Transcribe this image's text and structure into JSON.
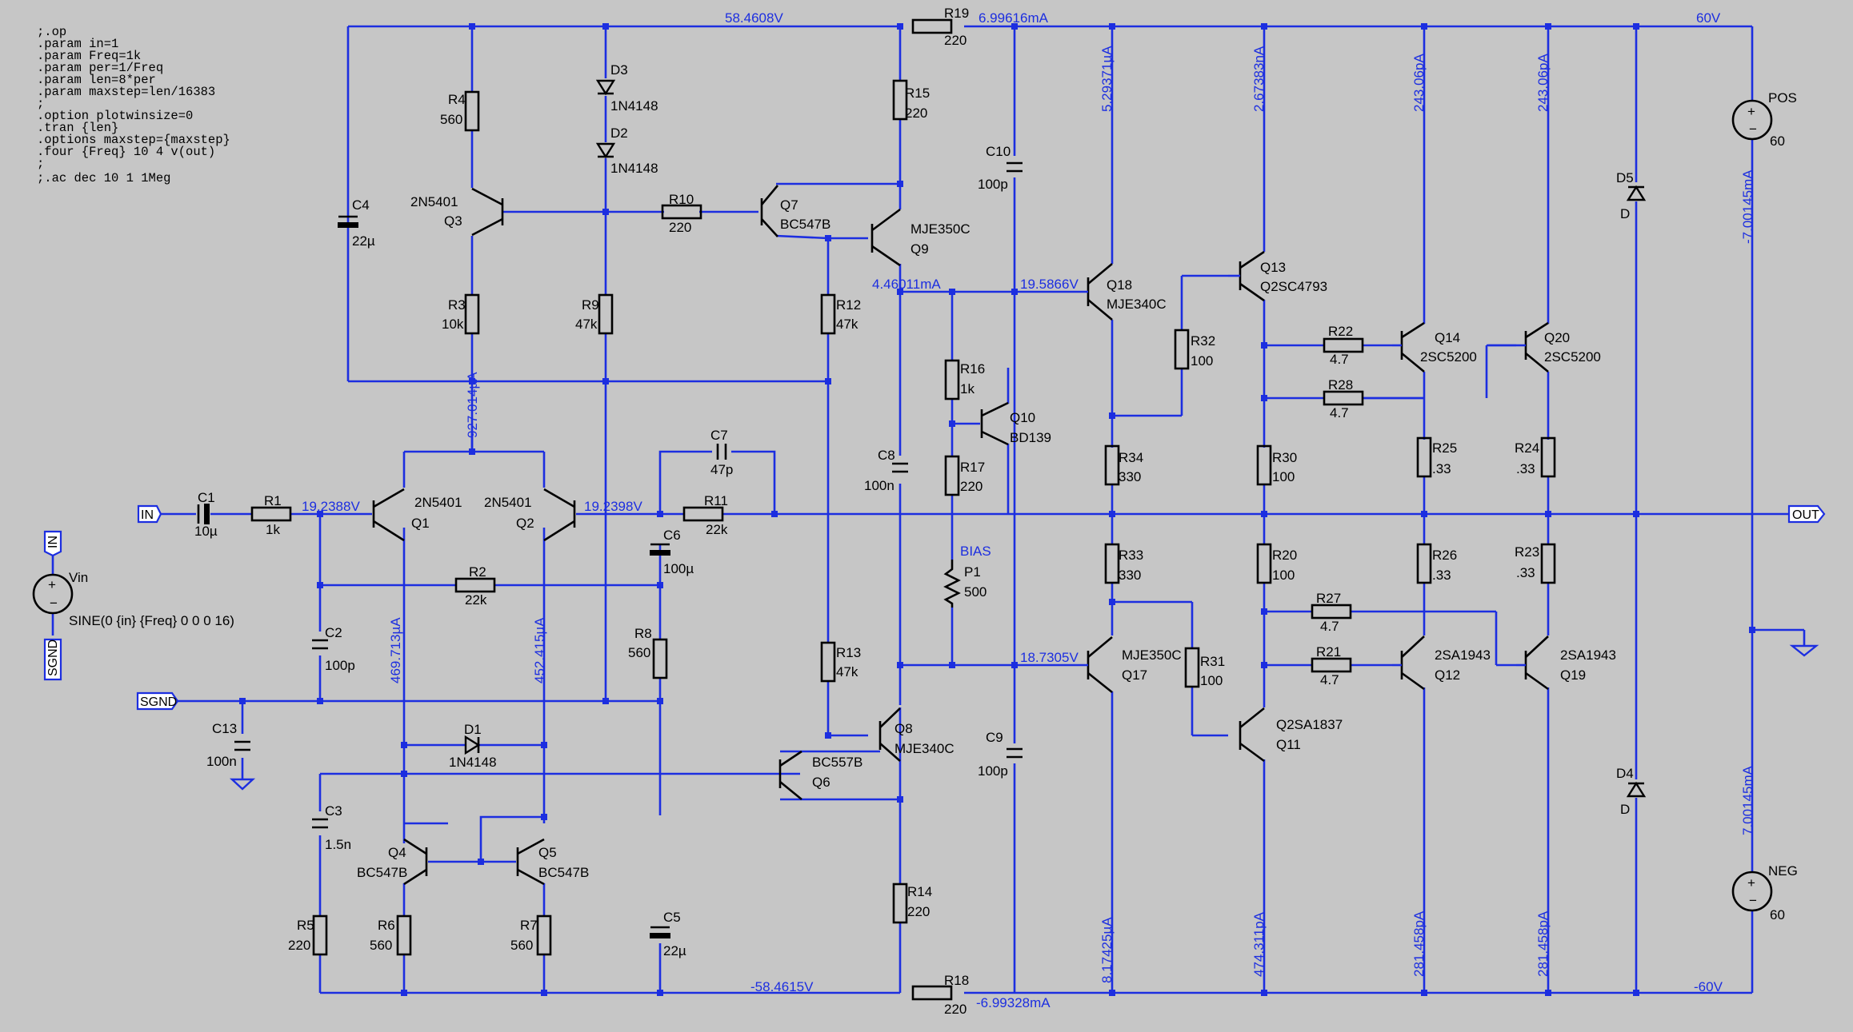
{
  "directives": [
    ";.op",
    ".param in=1",
    ".param Freq=1k",
    ".param per=1/Freq",
    ".param len=8*per",
    ".param maxstep=len/16383",
    ";",
    ".option plotwinsize=0",
    ".tran {len}",
    ".options maxstep={maxstep}",
    ".four {Freq} 10 4 v(out)",
    ";",
    ";.ac dec 10 1 1Meg"
  ],
  "nets": {
    "in": "IN",
    "out": "OUT",
    "sgnd": "SGND"
  },
  "components": {
    "R4": {
      "name": "R4",
      "value": "560"
    },
    "R3": {
      "name": "R3",
      "value": "10k"
    },
    "R9": {
      "name": "R9",
      "value": "47k"
    },
    "R10": {
      "name": "R10",
      "value": "220"
    },
    "R12": {
      "name": "R12",
      "value": "47k"
    },
    "R13": {
      "name": "R13",
      "value": "47k"
    },
    "R15": {
      "name": "R15",
      "value": "220"
    },
    "R14": {
      "name": "R14",
      "value": "220"
    },
    "R19": {
      "name": "R19",
      "value": "220"
    },
    "R18": {
      "name": "R18",
      "value": "220"
    },
    "R16": {
      "name": "R16",
      "value": "1k"
    },
    "R17": {
      "name": "R17",
      "value": "220"
    },
    "R1": {
      "name": "R1",
      "value": "1k"
    },
    "R2": {
      "name": "R2",
      "value": "22k"
    },
    "R11": {
      "name": "R11",
      "value": "22k"
    },
    "R8": {
      "name": "R8",
      "value": "560"
    },
    "R5": {
      "name": "R5",
      "value": "220"
    },
    "R6": {
      "name": "R6",
      "value": "560"
    },
    "R7": {
      "name": "R7",
      "value": "560"
    },
    "R34": {
      "name": "R34",
      "value": "330"
    },
    "R33": {
      "name": "R33",
      "value": "330"
    },
    "R32": {
      "name": "R32",
      "value": "100"
    },
    "R31": {
      "name": "R31",
      "value": "100"
    },
    "R30": {
      "name": "R30",
      "value": "100"
    },
    "R20": {
      "name": "R20",
      "value": "100"
    },
    "R22": {
      "name": "R22",
      "value": "4.7"
    },
    "R28": {
      "name": "R28",
      "value": "4.7"
    },
    "R27": {
      "name": "R27",
      "value": "4.7"
    },
    "R21": {
      "name": "R21",
      "value": "4.7"
    },
    "R25": {
      "name": "R25",
      "value": ".33"
    },
    "R26": {
      "name": "R26",
      "value": ".33"
    },
    "R24": {
      "name": "R24",
      "value": ".33"
    },
    "R23": {
      "name": "R23",
      "value": ".33"
    },
    "C1": {
      "name": "C1",
      "value": "10µ"
    },
    "C2": {
      "name": "C2",
      "value": "100p"
    },
    "C3": {
      "name": "C3",
      "value": "1.5n"
    },
    "C4": {
      "name": "C4",
      "value": "22µ"
    },
    "C5": {
      "name": "C5",
      "value": "22µ"
    },
    "C6": {
      "name": "C6",
      "value": "100µ"
    },
    "C7": {
      "name": "C7",
      "value": "47p"
    },
    "C8": {
      "name": "C8",
      "value": "100n"
    },
    "C9": {
      "name": "C9",
      "value": "100p"
    },
    "C10": {
      "name": "C10",
      "value": "100p"
    },
    "C13": {
      "name": "C13",
      "value": "100n"
    },
    "D1": {
      "name": "D1",
      "value": "1N4148"
    },
    "D2": {
      "name": "D2",
      "value": "1N4148"
    },
    "D3": {
      "name": "D3",
      "value": "1N4148"
    },
    "D4": {
      "name": "D4",
      "value": "D"
    },
    "D5": {
      "name": "D5",
      "value": "D"
    },
    "Q1": {
      "name": "Q1",
      "value": "2N5401"
    },
    "Q2": {
      "name": "Q2",
      "value": "2N5401"
    },
    "Q3": {
      "name": "Q3",
      "value": "2N5401"
    },
    "Q4": {
      "name": "Q4",
      "value": "BC547B"
    },
    "Q5": {
      "name": "Q5",
      "value": "BC547B"
    },
    "Q6": {
      "name": "Q6",
      "value": "BC557B"
    },
    "Q7": {
      "name": "Q7",
      "value": "BC547B"
    },
    "Q8": {
      "name": "Q8",
      "value": "MJE340C"
    },
    "Q9": {
      "name": "Q9",
      "value": "MJE350C"
    },
    "Q10": {
      "name": "Q10",
      "value": "BD139"
    },
    "Q11": {
      "name": "Q11",
      "value": "Q2SA1837"
    },
    "Q12": {
      "name": "Q12",
      "value": "2SA1943"
    },
    "Q13": {
      "name": "Q13",
      "value": "Q2SC4793"
    },
    "Q14": {
      "name": "Q14",
      "value": "2SC5200"
    },
    "Q17": {
      "name": "Q17",
      "value": "MJE350C"
    },
    "Q18": {
      "name": "Q18",
      "value": "MJE340C"
    },
    "Q19": {
      "name": "Q19",
      "value": "2SA1943"
    },
    "Q20": {
      "name": "Q20",
      "value": "2SC5200"
    },
    "P1": {
      "name": "P1",
      "value": "500",
      "label": "BIAS"
    },
    "Vin": {
      "name": "Vin",
      "value": "SINE(0 {in} {Freq} 0 0 0 16)"
    },
    "POS": {
      "name": "POS",
      "value": "60"
    },
    "NEG": {
      "name": "NEG",
      "value": "60"
    }
  },
  "annotations": {
    "v_top": "58.4608V",
    "i_r19": "6.99616mA",
    "v_60": "60V",
    "v_bot": "-58.4615V",
    "i_r18": "-6.99328mA",
    "v_m60": "-60V",
    "v_q1b": "19.2388V",
    "v_q2b": "19.2398V",
    "i_q3": "927.014µA",
    "i_q1": "469.713µA",
    "i_q2": "452.415µA",
    "i_q9": "4.46011mA",
    "v_q18b": "19.5866V",
    "v_q17b": "18.7305V",
    "i_q18": "5.29371µA",
    "i_q13": "2.67383nA",
    "i_q14": "243.06pA",
    "i_q20": "243.06pA",
    "i_pos": "-7.00145mA",
    "i_neg": "7.00145mA",
    "i_q17": "8.17425µA",
    "i_q11": "474.311pA",
    "i_q12": "281.458pA",
    "i_q19": "281.458pA"
  }
}
